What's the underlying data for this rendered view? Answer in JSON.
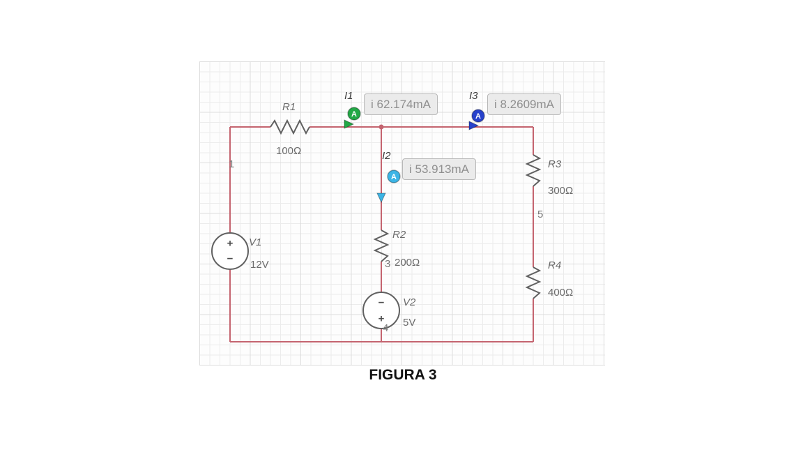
{
  "figure": {
    "caption": "FIGURA 3"
  },
  "nodes": {
    "n1": "1",
    "n3": "3",
    "n4": "4",
    "n5": "5"
  },
  "components": {
    "v1": {
      "label": "V1",
      "value": "12V",
      "plus": "+",
      "minus": "−"
    },
    "v2": {
      "label": "V2",
      "value": "5V",
      "plus": "+",
      "minus": "−"
    },
    "r1": {
      "label": "R1",
      "value": "100Ω"
    },
    "r2": {
      "label": "R2",
      "value": "200Ω"
    },
    "r3": {
      "label": "R3",
      "value": "300Ω"
    },
    "r4": {
      "label": "R4",
      "value": "400Ω"
    }
  },
  "meters": {
    "i1": {
      "label": "I1",
      "badge": "A",
      "reading": "i 62.174mA"
    },
    "i2": {
      "label": "I2",
      "badge": "A",
      "reading": "i 53.913mA"
    },
    "i3": {
      "label": "I3",
      "badge": "A",
      "reading": "i 8.2609mA"
    }
  },
  "colors": {
    "wire": "#c4646f",
    "component": "#606060",
    "label": "#6b6b6b",
    "node_label": "#7a7a7a",
    "meter_green": "#22a845",
    "meter_blue": "#2742cc",
    "meter_cyan": "#3cb4e5",
    "reading_bg": "#ebebeb",
    "reading_border": "#b8b8b8",
    "reading_text": "#8f8f8f",
    "caption_text": "#111111",
    "grid_minor": "#ececec",
    "grid_major": "#dddddd"
  }
}
